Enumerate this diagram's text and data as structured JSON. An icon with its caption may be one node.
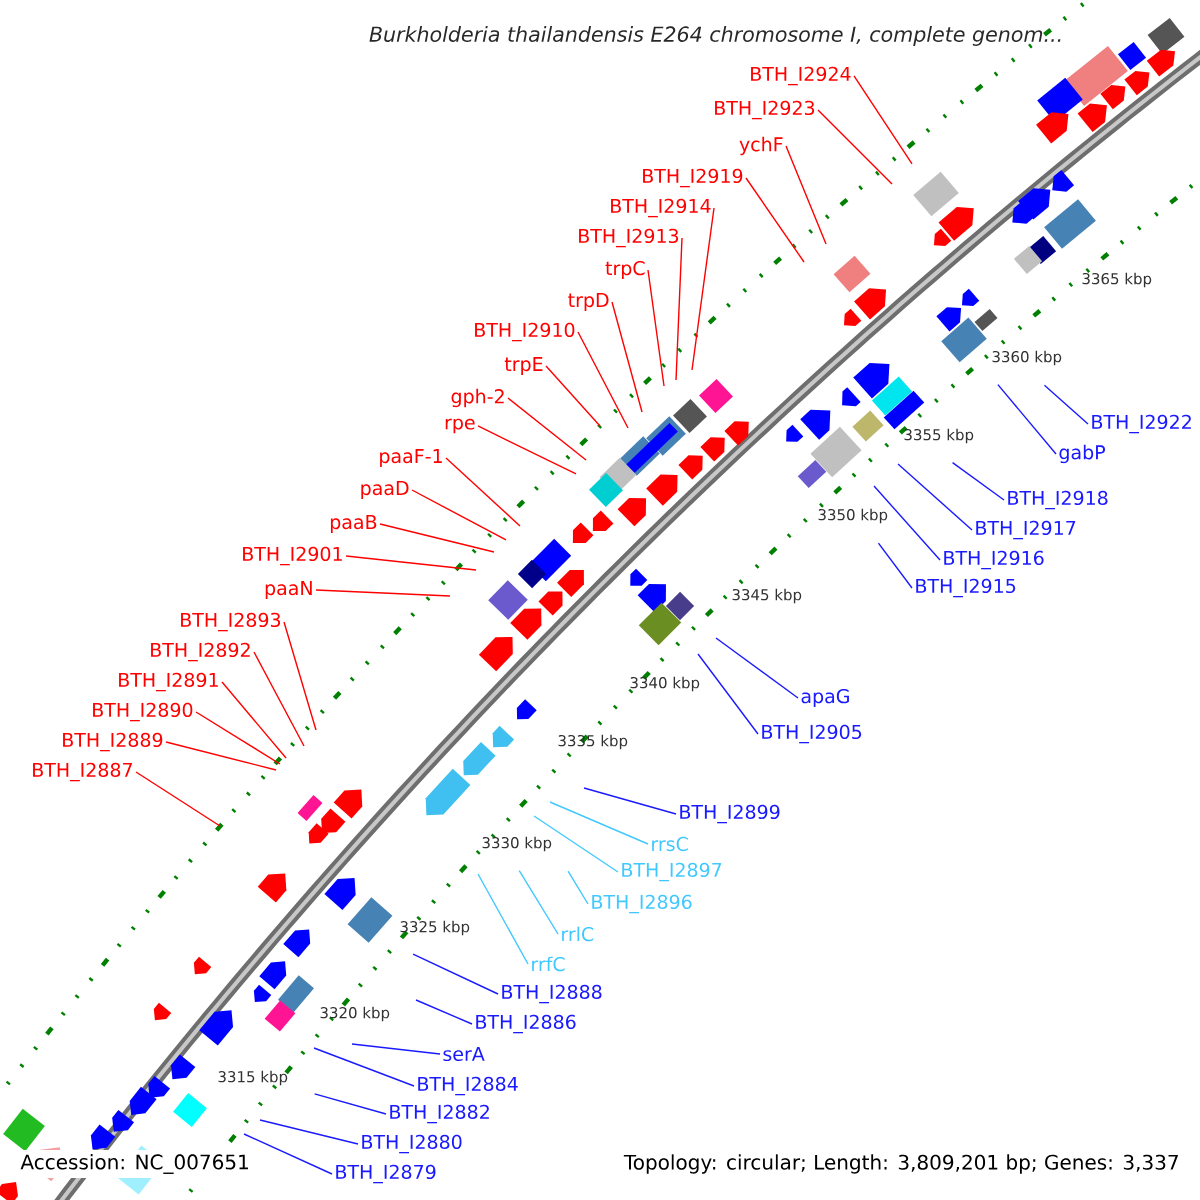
{
  "diagram": {
    "title": "Burkholderia thailandensis E264 chromosome I, complete genom...",
    "nodes": [
      {
        "text": [
          "BTH_I2924"
        ]
      },
      {
        "text": [
          "BTH_I2923"
        ]
      },
      {
        "text": [
          "ychF"
        ]
      },
      {
        "text": [
          "BTH_I2919"
        ]
      },
      {
        "text": [
          "BTH_I2914"
        ]
      },
      {
        "text": [
          "BTH_I2913"
        ]
      },
      {
        "text": [
          "trpC"
        ]
      },
      {
        "text": [
          "trpD"
        ]
      },
      {
        "text": [
          "BTH_I2910"
        ]
      },
      {
        "text": [
          "trpE"
        ]
      },
      {
        "text": [
          "gph-2"
        ]
      },
      {
        "text": [
          "rpe"
        ]
      },
      {
        "text": [
          "paaF-1"
        ]
      },
      {
        "text": [
          "paaD"
        ]
      },
      {
        "text": [
          "paaB"
        ]
      },
      {
        "text": [
          "BTH_I2901"
        ]
      },
      {
        "text": [
          "paaN"
        ]
      },
      {
        "text": [
          "BTH_I2893"
        ]
      },
      {
        "text": [
          "BTH_I2892"
        ]
      },
      {
        "text": [
          "BTH_I2891"
        ]
      },
      {
        "text": [
          "BTH_I2890"
        ]
      },
      {
        "text": [
          "BTH_I2889"
        ]
      },
      {
        "text": [
          "BTH_I2887"
        ]
      },
      {
        "text": [
          "BTH_I2922"
        ]
      },
      {
        "text": [
          "gabP"
        ]
      },
      {
        "text": [
          "BTH_I2918"
        ]
      },
      {
        "text": [
          "BTH_I2917"
        ]
      },
      {
        "text": [
          "BTH_I2916"
        ]
      },
      {
        "text": [
          "BTH_I2915"
        ]
      },
      {
        "text": [
          "apaG"
        ]
      },
      {
        "text": [
          "BTH_I2905"
        ]
      },
      {
        "text": [
          "BTH_I2899"
        ]
      },
      {
        "text": [
          "rrsC"
        ]
      },
      {
        "text": [
          "BTH_I2897"
        ]
      },
      {
        "text": [
          "BTH_I2896"
        ]
      },
      {
        "text": [
          "rrlC"
        ]
      },
      {
        "text": [
          "rrfC"
        ]
      },
      {
        "text": [
          "BTH_I2888"
        ]
      },
      {
        "text": [
          "BTH_I2886"
        ]
      },
      {
        "text": [
          "serA"
        ]
      },
      {
        "text": [
          "BTH_I2884"
        ]
      },
      {
        "text": [
          "BTH_I2882"
        ]
      },
      {
        "text": [
          "BTH_I2880"
        ]
      },
      {
        "text": [
          "BTH_I2879"
        ]
      }
    ],
    "edges": [
      {
        "from": 0,
        "to": null,
        "arrow": "none"
      },
      {
        "from": 1,
        "to": null,
        "arrow": "none"
      },
      {
        "from": 2,
        "to": null,
        "arrow": "none"
      },
      {
        "from": 3,
        "to": null,
        "arrow": "none"
      },
      {
        "from": 4,
        "to": null,
        "arrow": "none"
      },
      {
        "from": 5,
        "to": null,
        "arrow": "none"
      },
      {
        "from": 6,
        "to": null,
        "arrow": "none"
      },
      {
        "from": 7,
        "to": null,
        "arrow": "none"
      },
      {
        "from": 8,
        "to": null,
        "arrow": "none"
      },
      {
        "from": 9,
        "to": null,
        "arrow": "none"
      },
      {
        "from": 10,
        "to": null,
        "arrow": "none"
      },
      {
        "from": 11,
        "to": null,
        "arrow": "none"
      },
      {
        "from": 12,
        "to": null,
        "arrow": "none"
      },
      {
        "from": 13,
        "to": null,
        "arrow": "none"
      },
      {
        "from": 14,
        "to": null,
        "arrow": "none"
      },
      {
        "from": 15,
        "to": null,
        "arrow": "none"
      },
      {
        "from": 16,
        "to": null,
        "arrow": "none"
      },
      {
        "from": 17,
        "to": null,
        "arrow": "none"
      },
      {
        "from": 18,
        "to": null,
        "arrow": "none"
      },
      {
        "from": 19,
        "to": null,
        "arrow": "none"
      },
      {
        "from": 20,
        "to": null,
        "arrow": "none"
      },
      {
        "from": 21,
        "to": null,
        "arrow": "none"
      },
      {
        "from": 22,
        "to": null,
        "arrow": "none"
      },
      {
        "from": 23,
        "to": null,
        "arrow": "none",
        "color": "#1a1aff"
      },
      {
        "from": 24,
        "to": null,
        "arrow": "none",
        "color": "#1a1aff"
      },
      {
        "from": 25,
        "to": null,
        "arrow": "none",
        "color": "#1a1aff"
      },
      {
        "from": 26,
        "to": null,
        "arrow": "none",
        "color": "#1a1aff"
      },
      {
        "from": 27,
        "to": null,
        "arrow": "none",
        "color": "#1a1aff"
      },
      {
        "from": 28,
        "to": null,
        "arrow": "none",
        "color": "#1a1aff"
      },
      {
        "from": 29,
        "to": null,
        "arrow": "none",
        "color": "#1a1aff"
      },
      {
        "from": 30,
        "to": null,
        "arrow": "none",
        "color": "#1a1aff"
      },
      {
        "from": 31,
        "to": null,
        "arrow": "none",
        "color": "#1a1aff"
      },
      {
        "from": 32,
        "to": null,
        "arrow": "none",
        "color": "#40c8ff"
      },
      {
        "from": 33,
        "to": null,
        "arrow": "none",
        "color": "#40c8ff"
      },
      {
        "from": 34,
        "to": null,
        "arrow": "none",
        "color": "#40c8ff"
      },
      {
        "from": 35,
        "to": null,
        "arrow": "none",
        "color": "#40c8ff"
      },
      {
        "from": 36,
        "to": null,
        "arrow": "none",
        "color": "#40c8ff"
      },
      {
        "from": 37,
        "to": null,
        "arrow": "none",
        "color": "#1a1aff"
      },
      {
        "from": 38,
        "to": null,
        "arrow": "none",
        "color": "#1a1aff"
      },
      {
        "from": 39,
        "to": null,
        "arrow": "none",
        "color": "#1a1aff"
      },
      {
        "from": 40,
        "to": null,
        "arrow": "none",
        "color": "#1a1aff"
      },
      {
        "from": 41,
        "to": null,
        "arrow": "none",
        "color": "#1a1aff"
      },
      {
        "from": 42,
        "to": null,
        "arrow": "none",
        "color": "#1a1aff"
      },
      {
        "from": 43,
        "to": null,
        "arrow": "none",
        "color": "#1a1aff"
      }
    ],
    "labels": [
      "3365 kbp",
      "3360 kbp",
      "3355 kbp",
      "3350 kbp",
      "3345 kbp",
      "3340 kbp",
      "3335 kbp",
      "3330 kbp",
      "3325 kbp",
      "3320 kbp",
      "3315 kbp",
      "Accession: NC_007651",
      "Topology: circular; Length: 3,809,201 bp; Genes: 3,337"
    ]
  }
}
